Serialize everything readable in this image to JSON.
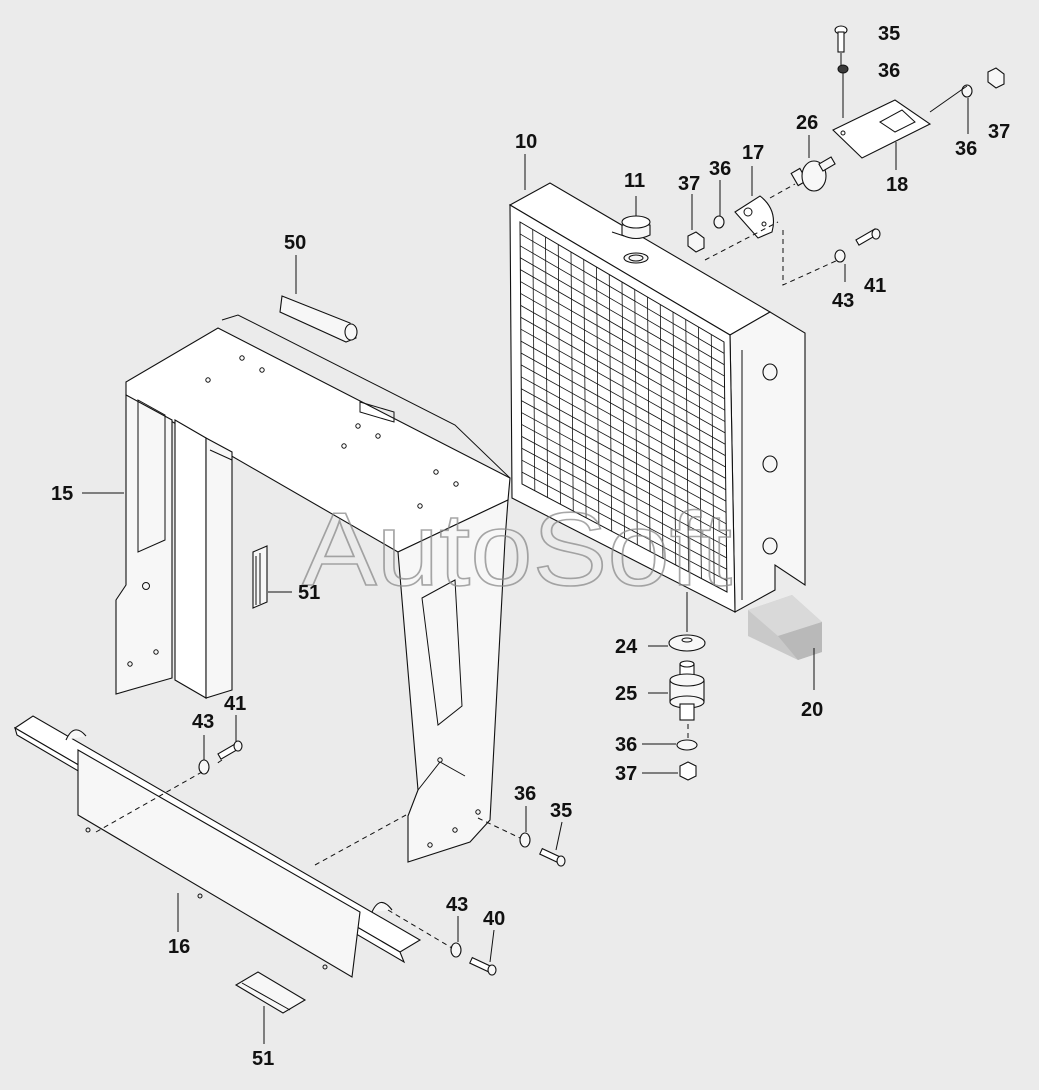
{
  "watermark": "AutoSoft",
  "callouts": [
    {
      "id": "c35a",
      "text": "35"
    },
    {
      "id": "c36a",
      "text": "36"
    },
    {
      "id": "c36b",
      "text": "36"
    },
    {
      "id": "c37a",
      "text": "37"
    },
    {
      "id": "c26",
      "text": "26"
    },
    {
      "id": "c10",
      "text": "10"
    },
    {
      "id": "c17",
      "text": "17"
    },
    {
      "id": "c18",
      "text": "18"
    },
    {
      "id": "c11",
      "text": "11"
    },
    {
      "id": "c37b",
      "text": "37"
    },
    {
      "id": "c36c",
      "text": "36"
    },
    {
      "id": "c41a",
      "text": "41"
    },
    {
      "id": "c43a",
      "text": "43"
    },
    {
      "id": "c50",
      "text": "50"
    },
    {
      "id": "c15",
      "text": "15"
    },
    {
      "id": "c51a",
      "text": "51"
    },
    {
      "id": "c24",
      "text": "24"
    },
    {
      "id": "c20",
      "text": "20"
    },
    {
      "id": "c25",
      "text": "25"
    },
    {
      "id": "c41b",
      "text": "41"
    },
    {
      "id": "c43b",
      "text": "43"
    },
    {
      "id": "c36d",
      "text": "36"
    },
    {
      "id": "c37c",
      "text": "37"
    },
    {
      "id": "c36e",
      "text": "36"
    },
    {
      "id": "c35b",
      "text": "35"
    },
    {
      "id": "c43c",
      "text": "43"
    },
    {
      "id": "c40",
      "text": "40"
    },
    {
      "id": "c16",
      "text": "16"
    },
    {
      "id": "c51b",
      "text": "51"
    }
  ]
}
